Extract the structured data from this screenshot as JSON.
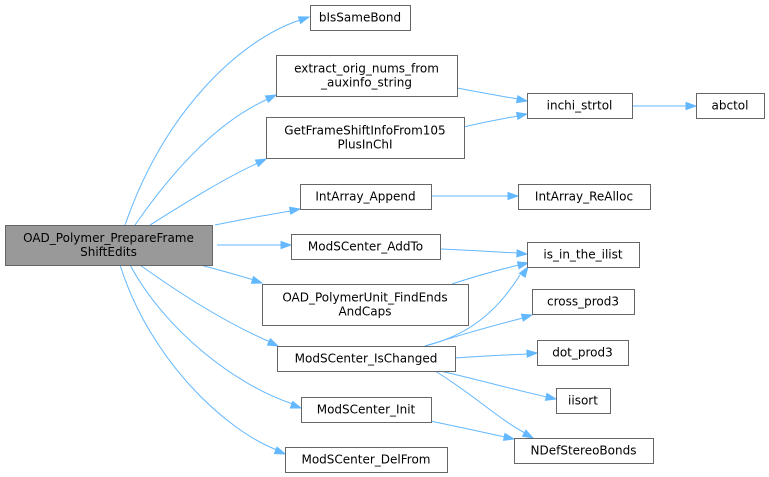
{
  "graph": {
    "colors": {
      "edge": "#63b8ff",
      "node_border": "#666666",
      "root_fill": "#999999",
      "node_fill": "#ffffff"
    },
    "nodes": {
      "root": {
        "lines": [
          "OAD_Polymer_PrepareFrame",
          "ShiftEdits"
        ]
      },
      "bIsSameBond": {
        "lines": [
          "bIsSameBond"
        ]
      },
      "extract_orig_nums": {
        "lines": [
          "extract_orig_nums_from",
          "_auxinfo_string"
        ]
      },
      "GetFrameShiftInfo": {
        "lines": [
          "GetFrameShiftInfoFrom105",
          "PlusInChI"
        ]
      },
      "IntArray_Append": {
        "lines": [
          "IntArray_Append"
        ]
      },
      "ModSCenter_AddTo": {
        "lines": [
          "ModSCenter_AddTo"
        ]
      },
      "OAD_PolymerUnit_FindEnds": {
        "lines": [
          "OAD_PolymerUnit_FindEnds",
          "AndCaps"
        ]
      },
      "ModSCenter_IsChanged": {
        "lines": [
          "ModSCenter_IsChanged"
        ]
      },
      "ModSCenter_Init": {
        "lines": [
          "ModSCenter_Init"
        ]
      },
      "ModSCenter_DelFrom": {
        "lines": [
          "ModSCenter_DelFrom"
        ]
      },
      "inchi_strtol": {
        "lines": [
          "inchi_strtol"
        ]
      },
      "abctol": {
        "lines": [
          "abctol"
        ]
      },
      "IntArray_ReAlloc": {
        "lines": [
          "IntArray_ReAlloc"
        ]
      },
      "is_in_the_ilist": {
        "lines": [
          "is_in_the_ilist"
        ]
      },
      "cross_prod3": {
        "lines": [
          "cross_prod3"
        ]
      },
      "dot_prod3": {
        "lines": [
          "dot_prod3"
        ]
      },
      "iisort": {
        "lines": [
          "iisort"
        ]
      },
      "NDefStereoBonds": {
        "lines": [
          "NDefStereoBonds"
        ]
      }
    },
    "edges": [
      [
        "root",
        "bIsSameBond"
      ],
      [
        "root",
        "extract_orig_nums"
      ],
      [
        "root",
        "GetFrameShiftInfo"
      ],
      [
        "root",
        "IntArray_Append"
      ],
      [
        "root",
        "ModSCenter_AddTo"
      ],
      [
        "root",
        "OAD_PolymerUnit_FindEnds"
      ],
      [
        "root",
        "ModSCenter_IsChanged"
      ],
      [
        "root",
        "ModSCenter_Init"
      ],
      [
        "root",
        "ModSCenter_DelFrom"
      ],
      [
        "extract_orig_nums",
        "inchi_strtol"
      ],
      [
        "GetFrameShiftInfo",
        "inchi_strtol"
      ],
      [
        "inchi_strtol",
        "abctol"
      ],
      [
        "IntArray_Append",
        "IntArray_ReAlloc"
      ],
      [
        "ModSCenter_AddTo",
        "is_in_the_ilist"
      ],
      [
        "OAD_PolymerUnit_FindEnds",
        "is_in_the_ilist"
      ],
      [
        "ModSCenter_IsChanged",
        "is_in_the_ilist"
      ],
      [
        "ModSCenter_IsChanged",
        "cross_prod3"
      ],
      [
        "ModSCenter_IsChanged",
        "dot_prod3"
      ],
      [
        "ModSCenter_IsChanged",
        "iisort"
      ],
      [
        "ModSCenter_IsChanged",
        "NDefStereoBonds"
      ],
      [
        "ModSCenter_Init",
        "NDefStereoBonds"
      ]
    ]
  }
}
